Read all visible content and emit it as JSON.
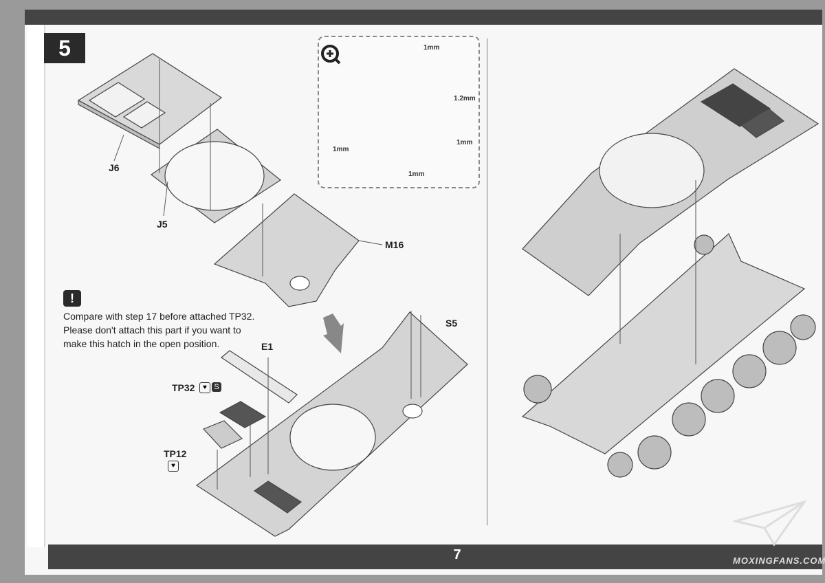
{
  "step": {
    "number": "5"
  },
  "zoom": {
    "callouts": [
      "1mm",
      "1.2mm",
      "1mm",
      "1mm",
      "1mm"
    ]
  },
  "parts": {
    "j6": "J6",
    "j5": "J5",
    "m16": "M16",
    "s5": "S5",
    "e1": "E1",
    "tp32": "TP32",
    "tp12": "TP12"
  },
  "warning": {
    "icon": "!",
    "lines": [
      "Compare with step 17 before attached TP32.",
      "Please don't attach this part if you want to",
      "make this hatch in the open position."
    ]
  },
  "footer": {
    "page_number": "7"
  },
  "watermark": {
    "text": "MOXINGFANS.COM"
  },
  "icons": [
    "zoom-plus-icon",
    "warning-icon",
    "glue-icon",
    "bend-icon",
    "arrow-down-icon",
    "paper-plane-logo-icon"
  ]
}
